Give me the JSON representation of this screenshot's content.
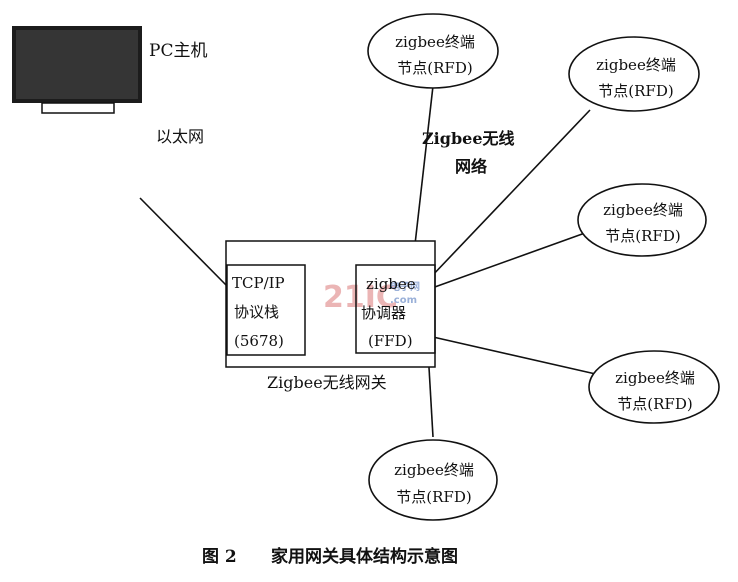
{
  "pc": {
    "label": "PC主机"
  },
  "ethernet_label": "以太网",
  "wireless_network_label": [
    "Zigbee无线",
    "网络"
  ],
  "gateway": {
    "label": "Zigbee无线网关",
    "tcpip": [
      "TCP/IP",
      "协议栈",
      "(5678)"
    ],
    "coordinator": [
      "zigbee",
      "协调器",
      "(FFD)"
    ]
  },
  "nodes": [
    {
      "line1": "zigbee终端",
      "line2": "节点(RFD)"
    },
    {
      "line1": "zigbee终端",
      "line2": "节点(RFD)"
    },
    {
      "line1": "zigbee终端",
      "line2": "节点(RFD)"
    },
    {
      "line1": "zigbee终端",
      "line2": "节点(RFD)"
    },
    {
      "line1": "zigbee终端",
      "line2": "节点(RFD)"
    }
  ],
  "watermark": {
    "big": "21IC",
    "small": "电子网",
    "domain": ".com"
  },
  "caption": {
    "fig": "图 2",
    "title": "家用网关具体结构示意图"
  }
}
